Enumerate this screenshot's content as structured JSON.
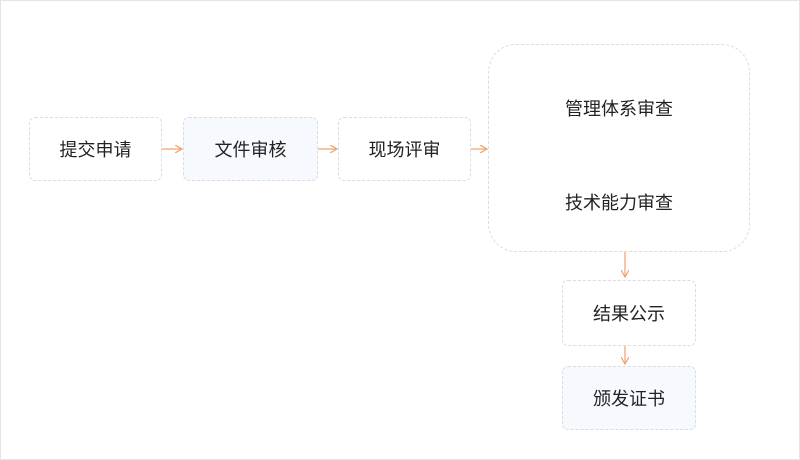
{
  "diagram": {
    "steps": [
      {
        "id": "submit",
        "label": "提交申请"
      },
      {
        "id": "doc-review",
        "label": "文件审核"
      },
      {
        "id": "onsite-review",
        "label": "现场评审"
      }
    ],
    "review_group": {
      "items": [
        {
          "label": "管理体系审查"
        },
        {
          "label": "技术能力审查"
        }
      ]
    },
    "after_steps": [
      {
        "id": "publish",
        "label": "结果公示"
      },
      {
        "id": "certificate",
        "label": "颁发证书"
      }
    ],
    "colors": {
      "arrow": "#f0a070",
      "border": "#dcdcdc",
      "highlight_fill": "#f6f9fd",
      "text": "#222222"
    }
  }
}
